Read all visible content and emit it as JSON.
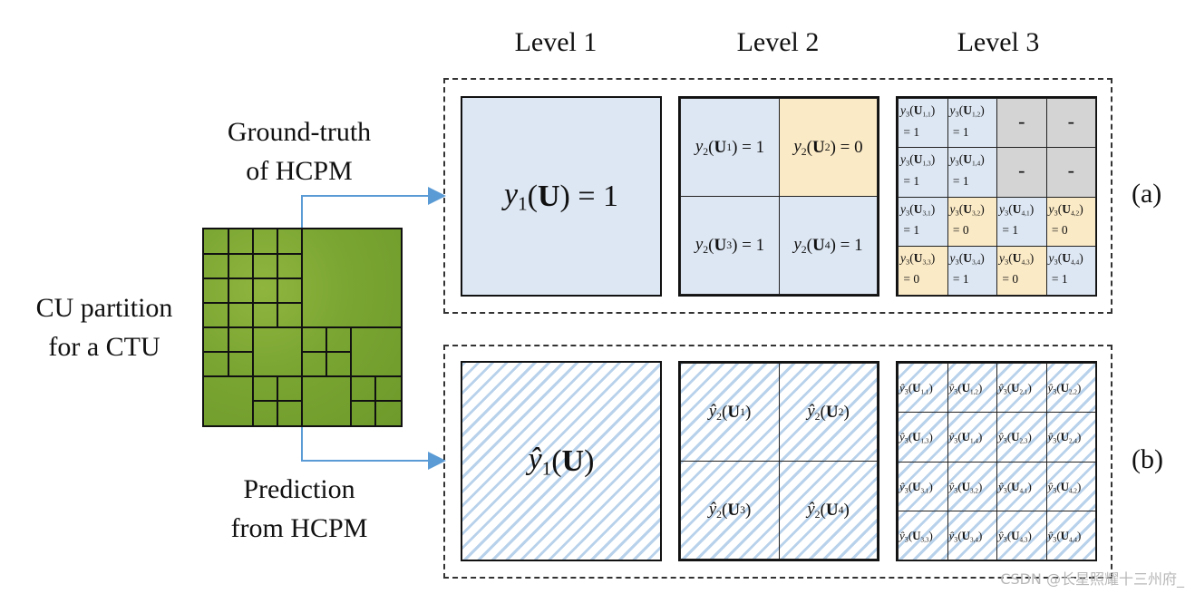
{
  "headers": {
    "level1": "Level 1",
    "level2": "Level 2",
    "level3": "Level 3"
  },
  "left": {
    "ground_truth_line1": "Ground-truth",
    "ground_truth_line2": "of HCPM",
    "cu_line1": "CU partition",
    "cu_line2": "for a CTU",
    "prediction_line1": "Prediction",
    "prediction_line2": "from HCPM"
  },
  "tags": {
    "a": "(a)",
    "b": "(b)"
  },
  "colors": {
    "split_blue": "#dde7f3",
    "nosplit_yellow": "#fbeac6",
    "na_gray": "#d4d4d4",
    "arrow_blue": "#5b9bd5",
    "hatch_blue": "#b9d2eb",
    "ctu_green": "#7aa532"
  },
  "ground_truth": {
    "level1": {
      "value": "1"
    },
    "level2": [
      {
        "idx": "1",
        "value": "1",
        "color": "blue"
      },
      {
        "idx": "2",
        "value": "0",
        "color": "yellow"
      },
      {
        "idx": "3",
        "value": "1",
        "color": "blue"
      },
      {
        "idx": "4",
        "value": "1",
        "color": "blue"
      }
    ],
    "level3": [
      [
        {
          "s": "1,1",
          "v": "1",
          "c": "blue"
        },
        {
          "s": "1,2",
          "v": "1",
          "c": "blue"
        },
        {
          "s": "",
          "v": "-",
          "c": "gray"
        },
        {
          "s": "",
          "v": "-",
          "c": "gray"
        }
      ],
      [
        {
          "s": "1,3",
          "v": "1",
          "c": "blue"
        },
        {
          "s": "1,4",
          "v": "1",
          "c": "blue"
        },
        {
          "s": "",
          "v": "-",
          "c": "gray"
        },
        {
          "s": "",
          "v": "-",
          "c": "gray"
        }
      ],
      [
        {
          "s": "3,1",
          "v": "1",
          "c": "blue"
        },
        {
          "s": "3,2",
          "v": "0",
          "c": "yellow"
        },
        {
          "s": "4,1",
          "v": "1",
          "c": "blue"
        },
        {
          "s": "4,2",
          "v": "0",
          "c": "yellow"
        }
      ],
      [
        {
          "s": "3,3",
          "v": "0",
          "c": "yellow"
        },
        {
          "s": "3,4",
          "v": "1",
          "c": "blue"
        },
        {
          "s": "4,3",
          "v": "0",
          "c": "yellow"
        },
        {
          "s": "4,4",
          "v": "1",
          "c": "blue"
        }
      ]
    ]
  },
  "prediction": {
    "level2": [
      "1",
      "2",
      "3",
      "4"
    ],
    "level3": [
      [
        "1,1",
        "1,2",
        "2,1",
        "2,2"
      ],
      [
        "1,3",
        "1,4",
        "2,3",
        "2,4"
      ],
      [
        "3,1",
        "3,2",
        "4,1",
        "4,2"
      ],
      [
        "3,3",
        "3,4",
        "4,3",
        "4,4"
      ]
    ]
  },
  "watermark": "CSDN @长星照耀十三州府_"
}
